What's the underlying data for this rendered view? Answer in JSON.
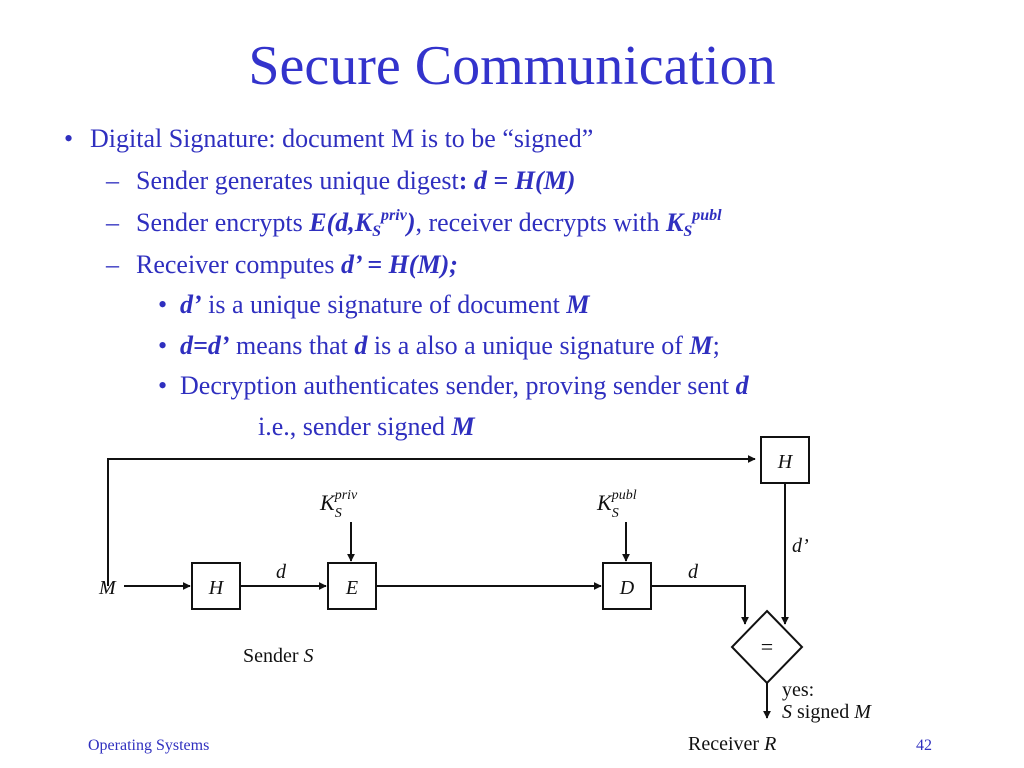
{
  "slide": {
    "title": "Secure Communication",
    "footer_left": "Operating Systems",
    "page_number": "42"
  },
  "bullets": {
    "main": "Digital Signature: document M is to be “signed”",
    "sub1": {
      "text": "Sender generates unique digest",
      "colon": ":",
      "formula": " d = H(M)"
    },
    "sub2": {
      "pre": "Sender encrypts ",
      "formula": "E(d,K",
      "formula_sub": "S",
      "formula_sup": "priv",
      "formula_close": ")",
      "mid": ", receiver decrypts with ",
      "key": "K",
      "key_sub": "S",
      "key_sup": "publ"
    },
    "sub3": {
      "pre": "Receiver computes ",
      "formula": "d’ = H(M);"
    },
    "sub3a": {
      "term": "d’",
      "text": " is a unique signature of document ",
      "m": "M"
    },
    "sub3b": {
      "term": "d=d’",
      "text1": " means that ",
      "d": "d",
      "text2": " is a also a unique signature of ",
      "m": "M",
      "end": ";"
    },
    "sub3c": {
      "text": "Decryption authenticates sender, proving sender sent ",
      "d": "d"
    },
    "sub3c_cont": {
      "text": "i.e., sender signed ",
      "m": "M"
    }
  },
  "diagram": {
    "input_label": "M",
    "hash_box_sender": "H",
    "encrypt_box": "E",
    "decrypt_box": "D",
    "hash_box_receiver": "H",
    "arrow_d_1": "d",
    "arrow_d_2": "d",
    "arrow_d_prime": "d’",
    "key_priv": {
      "k": "K",
      "sub": "S",
      "sup": "priv"
    },
    "key_publ": {
      "k": "K",
      "sub": "S",
      "sup": "publ"
    },
    "compare_symbol": "=",
    "result_yes": "yes:",
    "result_signed": {
      "s": "S",
      "text": " signed ",
      "m": "M"
    },
    "sender_caption": {
      "text": "Sender ",
      "s": "S"
    },
    "receiver_caption": {
      "text": "Receiver ",
      "r": "R"
    }
  }
}
